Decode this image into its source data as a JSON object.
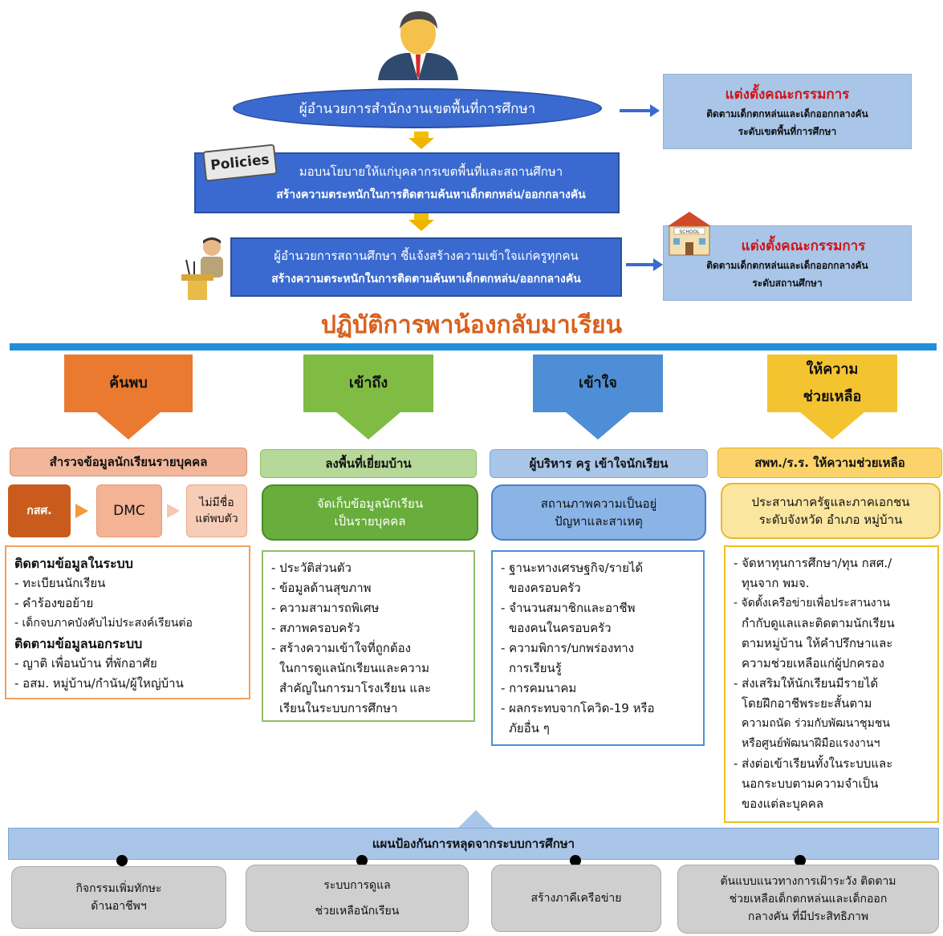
{
  "top": {
    "director": "ผู้อำนวยการสำนักงานเขตพื้นที่การศึกษา",
    "committee_title": "แต่งตั้งคณะกรรมการ",
    "committee_area_line1": "ติดตามเด็กตกหล่นและเด็กออกกลางคัน",
    "committee_area_line2": "ระดับเขตพื้นที่การศึกษา",
    "policies_sign": "Policies",
    "policy_line1": "มอบนโยบายให้แก่บุคลากรเขตพื้นที่และสถานศึกษา",
    "policy_line2": "สร้างความตระหนักในการติดตามค้นหาเด็กตกหล่น/ออกกลางคัน",
    "school_director_line1": "ผู้อำนวยการสถานศึกษา ชี้แจ้งสร้างความเข้าใจแก่ครูทุกคน",
    "school_director_line2": "สร้างความตระหนักในการติดตามค้นหาเด็กตกหล่น/ออกกลางคัน",
    "school_sign": "SCHOOL",
    "committee2_title": "แต่งตั้งคณะกรรมการ",
    "committee_school_line1": "ติดตามเด็กตกหล่นและเด็กออกกลางคัน",
    "committee_school_line2": "ระดับสถานศึกษา"
  },
  "main_title": "ปฏิบัติการพาน้องกลับมาเรียน",
  "columns": {
    "c1": {
      "head": "ค้นพบ",
      "pill": "สำรวจข้อมูลนักเรียนรายบุคคล",
      "flow": [
        "กสศ.",
        "DMC",
        "ไม่มีชื่อ",
        "แต่พบตัว"
      ],
      "items": [
        {
          "t": "ติดตามข้อมูลในระบบ",
          "b": true
        },
        {
          "t": "- ทะเบียนนักเรียน"
        },
        {
          "t": "- คำร้องขอย้าย"
        },
        {
          "t": "- เด็กจบภาคบังคับไม่ประสงค์เรียนต่อ"
        },
        {
          "t": "ติดตามข้อมูลนอกระบบ",
          "b": true
        },
        {
          "t": "- ญาติ เพื่อนบ้าน ที่พักอาศัย"
        },
        {
          "t": "- อสม. หมู่บ้าน/กำนัน/ผู้ใหญ่บ้าน"
        }
      ]
    },
    "c2": {
      "head": "เข้าถึง",
      "pill": "ลงพื้นที่เยี่ยมบ้าน",
      "inner1": "จัดเก็บข้อมูลนักเรียน",
      "inner2": "เป็นรายบุคคล",
      "items": [
        {
          "t": "- ประวัติส่วนตัว"
        },
        {
          "t": "- ข้อมูลด้านสุขภาพ"
        },
        {
          "t": "- ความสามารถพิเศษ"
        },
        {
          "t": "- สภาพครอบครัว"
        },
        {
          "t": "- สร้างความเข้าใจที่ถูกต้อง"
        },
        {
          "t": "  ในการดูแลนักเรียนและความ"
        },
        {
          "t": "  สำคัญในการมาโรงเรียน และ"
        },
        {
          "t": "  เรียนในระบบการศึกษา"
        }
      ]
    },
    "c3": {
      "head": "เข้าใจ",
      "pill": "ผู้บริหาร ครู เข้าใจนักเรียน",
      "inner1": "สถานภาพความเป็นอยู่",
      "inner2": "ปัญหาและสาเหตุ",
      "items": [
        {
          "t": "- ฐานะทางเศรษฐกิจ/รายได้"
        },
        {
          "t": "  ของครอบครัว"
        },
        {
          "t": "- จำนวนสมาชิกและอาชีพ"
        },
        {
          "t": "  ของคนในครอบครัว"
        },
        {
          "t": "- ความพิการ/บกพร่องทาง"
        },
        {
          "t": "  การเรียนรู้"
        },
        {
          "t": "- การคมนาคม"
        },
        {
          "t": "- ผลกระทบจากโควิด-19 หรือ"
        },
        {
          "t": "  ภัยอื่น ๆ"
        }
      ]
    },
    "c4": {
      "head1": "ให้ความ",
      "head2": "ช่วยเหลือ",
      "pill": "สพท./ร.ร. ให้ความช่วยเหลือ",
      "inner1": "ประสานภาครัฐและภาคเอกชน",
      "inner2": "ระดับจังหวัด อำเภอ หมู่บ้าน",
      "items": [
        {
          "t": "- จัดหาทุนการศึกษา/ทุน กสศ./"
        },
        {
          "t": "  ทุนจาก พมจ."
        },
        {
          "t": "- จัดตั้งเครือข่ายเพื่อประสานงาน"
        },
        {
          "t": "  กำกับดูแลและติดตามนักเรียน"
        },
        {
          "t": "  ตามหมู่บ้าน ให้คำปรึกษาและ"
        },
        {
          "t": "  ความช่วยเหลือแก่ผู้ปกครอง"
        },
        {
          "t": "- ส่งเสริมให้นักเรียนมีรายได้"
        },
        {
          "t": "  โดยฝึกอาชีพระยะสั้นตาม"
        },
        {
          "t": "  ความถนัด ร่วมกับพัฒนาชุมชน"
        },
        {
          "t": "  หรือศูนย์พัฒนาฝีมือแรงงานฯ"
        },
        {
          "t": "- ส่งต่อเข้าเรียนทั้งในระบบและ"
        },
        {
          "t": "  นอกระบบตามความจำเป็น"
        },
        {
          "t": "  ของแต่ละบุคคล"
        }
      ]
    }
  },
  "bottom": {
    "plan": "แผนป้องกันการหลุดจากระบบการศึกษา",
    "boxes": [
      [
        "กิจกรรมเพิ่มทักษะ",
        "ด้านอาชีพฯ"
      ],
      [
        "ระบบการดูแล",
        "ช่วยเหลือนักเรียน"
      ],
      [
        "สร้างภาคีเครือข่าย"
      ],
      [
        "ต้นแบบแนวทางการเฝ้าระวัง ติดตาม",
        "ช่วยเหลือเด็กตกหล่นและเด็กออก",
        "กลางคัน ที่มีประสิทธิภาพ"
      ]
    ]
  }
}
